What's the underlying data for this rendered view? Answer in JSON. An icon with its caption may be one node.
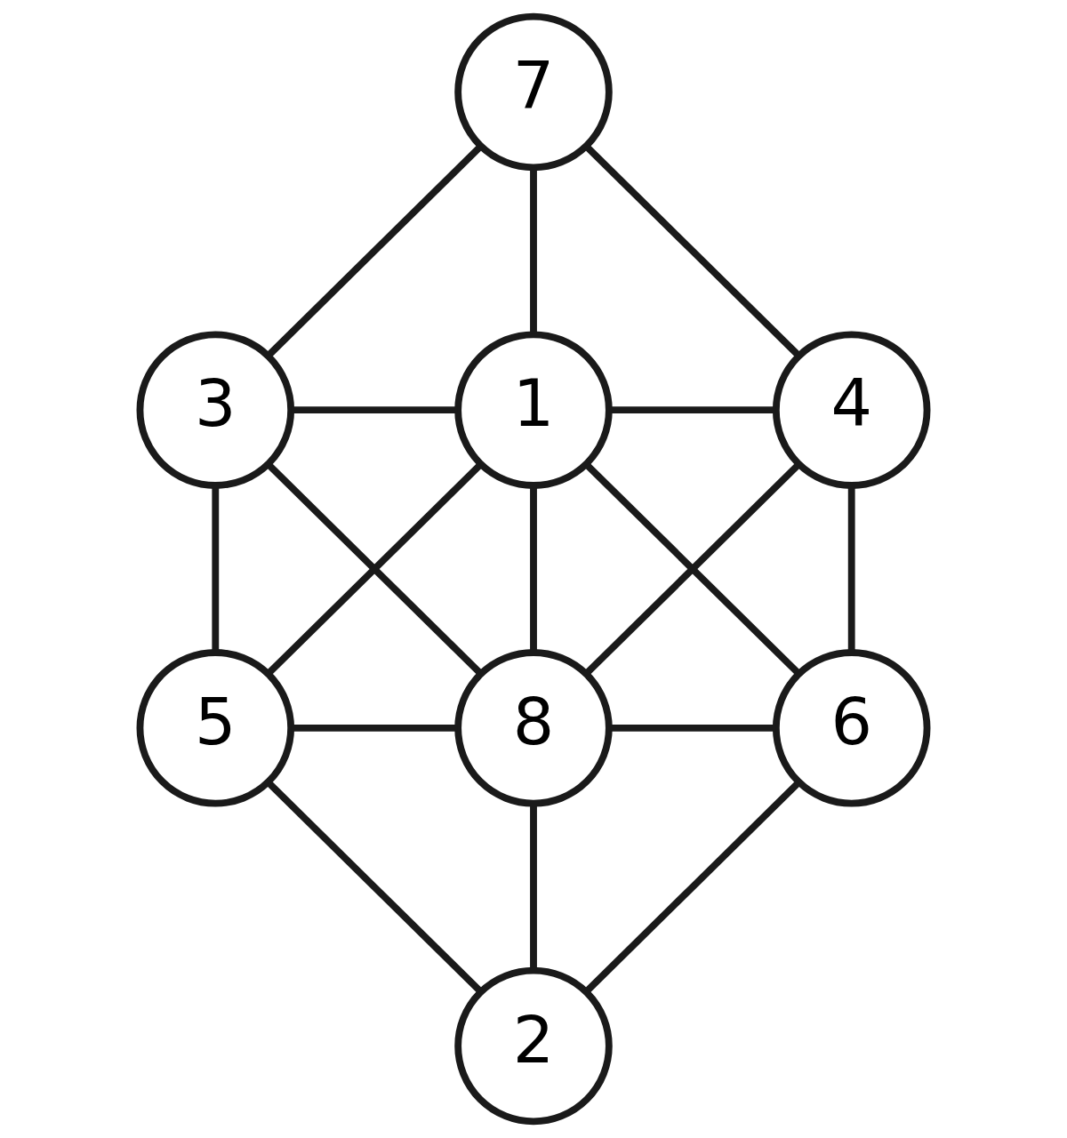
{
  "diagram": {
    "nodes": [
      {
        "text": [
          "7"
        ]
      },
      {
        "text": [
          "3"
        ]
      },
      {
        "text": [
          "1"
        ]
      },
      {
        "text": [
          "4"
        ]
      },
      {
        "text": [
          "5"
        ]
      },
      {
        "text": [
          "8"
        ]
      },
      {
        "text": [
          "6"
        ]
      },
      {
        "text": [
          "2"
        ]
      }
    ],
    "edges": [
      {
        "from": 0,
        "to": 1,
        "arrow": "none"
      },
      {
        "from": 0,
        "to": 2,
        "arrow": "none"
      },
      {
        "from": 0,
        "to": 3,
        "arrow": "none"
      },
      {
        "from": 1,
        "to": 2,
        "arrow": "none"
      },
      {
        "from": 2,
        "to": 3,
        "arrow": "none"
      },
      {
        "from": 1,
        "to": 4,
        "arrow": "none"
      },
      {
        "from": 1,
        "to": 5,
        "arrow": "none"
      },
      {
        "from": 2,
        "to": 4,
        "arrow": "none"
      },
      {
        "from": 2,
        "to": 5,
        "arrow": "none"
      },
      {
        "from": 2,
        "to": 6,
        "arrow": "none"
      },
      {
        "from": 3,
        "to": 5,
        "arrow": "none"
      },
      {
        "from": 3,
        "to": 6,
        "arrow": "none"
      },
      {
        "from": 4,
        "to": 5,
        "arrow": "none"
      },
      {
        "from": 5,
        "to": 6,
        "arrow": "none"
      },
      {
        "from": 4,
        "to": 7,
        "arrow": "none"
      },
      {
        "from": 5,
        "to": 7,
        "arrow": "none"
      },
      {
        "from": 6,
        "to": 7,
        "arrow": "none"
      }
    ]
  }
}
